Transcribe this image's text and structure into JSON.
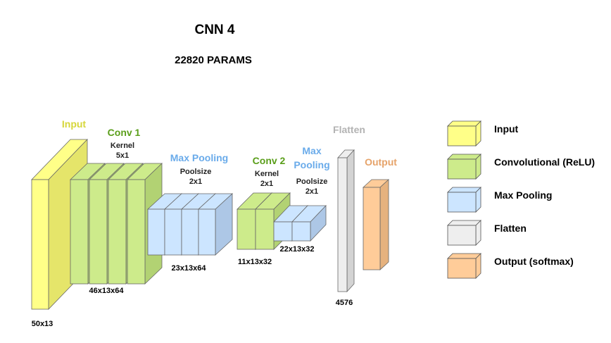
{
  "title": "CNN 4",
  "params": "22820 PARAMS",
  "layers": {
    "input": {
      "name": "Input",
      "dims": "50x13"
    },
    "conv1": {
      "name": "Conv 1",
      "param_label": "Kernel",
      "param_value": "5x1",
      "dims": "46x13x64"
    },
    "pool1": {
      "name": "Max Pooling",
      "param_label": "Poolsize",
      "param_value": "2x1",
      "dims": "23x13x64"
    },
    "conv2": {
      "name": "Conv 2",
      "param_label": "Kernel",
      "param_value": "2x1",
      "dims": "11x13x32"
    },
    "pool2": {
      "name_line1": "Max",
      "name_line2": "Pooling",
      "param_label": "Poolsize",
      "param_value": "2x1",
      "dims": "22x13x32"
    },
    "flatten": {
      "name": "Flatten",
      "dims": "4576"
    },
    "output": {
      "name": "Output"
    }
  },
  "legend": [
    {
      "label": "Input",
      "color": "#ffff88"
    },
    {
      "label": "Convolutional (ReLU)",
      "color": "#cdeb8b"
    },
    {
      "label": "Max Pooling",
      "color": "#cce5ff"
    },
    {
      "label": "Flatten",
      "color": "#eeeeee"
    },
    {
      "label": "Output (softmax)",
      "color": "#ffcc99"
    }
  ],
  "colors": {
    "input": "#ffff88",
    "input_side": "#e5e56a",
    "conv": "#cdeb8b",
    "conv_side": "#b2d273",
    "pool": "#cce5ff",
    "pool_side": "#adc7e6",
    "flatten": "#eeeeee",
    "flatten_side": "#d3d3d3",
    "output": "#ffcc99",
    "output_side": "#e6b27e",
    "input_text": "#d6d63a",
    "conv_text": "#5a9e1a",
    "pool_text": "#6aabea",
    "flatten_text": "#b3b3b3",
    "output_text": "#e6a36a"
  }
}
